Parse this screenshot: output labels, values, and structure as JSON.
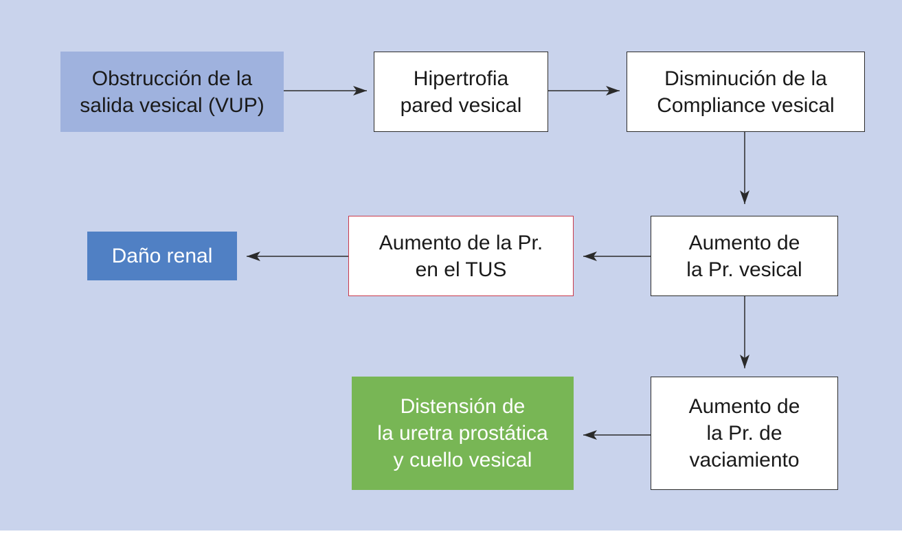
{
  "nodes": {
    "obstruccion": "Obstrucción de la\nsalida vesical (VUP)",
    "hipertrofia": "Hipertrofia\npared vesical",
    "disminucion": "Disminución de la\nCompliance vesical",
    "aumento_pr_vesical": "Aumento de\nla Pr. vesical",
    "aumento_pr_tus": "Aumento de la Pr.\nen el TUS",
    "dano_renal": "Daño renal",
    "aumento_pr_vaciamiento": "Aumento de\nla Pr. de\nvaciamiento",
    "distension": "Distensión de\nla uretra prostática\ny cuello vesical"
  },
  "colors": {
    "background": "#c9d3ec",
    "light_blue_box": "#9fb2de",
    "blue_box": "#5080c4",
    "green_box": "#78b655",
    "red_border": "#c8384a",
    "arrow": "#2a2a2a"
  }
}
